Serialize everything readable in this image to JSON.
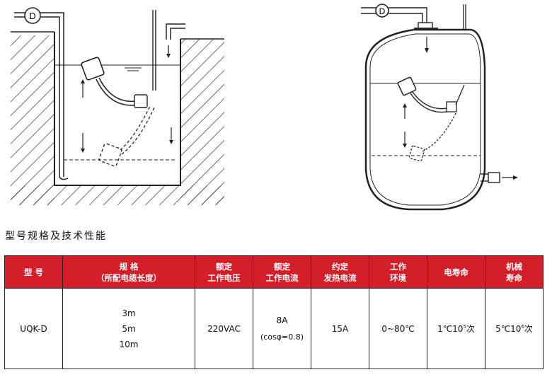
{
  "section_title": "型号规格及技术性能",
  "pump_label": "D",
  "table": {
    "headers": [
      {
        "line1": "型 号",
        "line2": ""
      },
      {
        "line1": "规 格",
        "line2": "（所配电缆长度）"
      },
      {
        "line1": "额定",
        "line2": "工作电压"
      },
      {
        "line1": "额定",
        "line2": "工作电流"
      },
      {
        "line1": "约定",
        "line2": "发热电流"
      },
      {
        "line1": "工作",
        "line2": "环境"
      },
      {
        "line1": "电寿命",
        "line2": ""
      },
      {
        "line1": "机械",
        "line2": "寿命"
      }
    ],
    "row": {
      "model": "UQK-D",
      "lengths": [
        "3m",
        "5m",
        "10m"
      ],
      "voltage": "220VAC",
      "current": "8A",
      "current_note": "(cosφ=0.8)",
      "thermal_current": "15A",
      "environment": "0~80℃",
      "electrical_life_base": "1℃10",
      "electrical_life_exp": "5",
      "electrical_life_unit": "次",
      "mechanical_life_base": "5℃10",
      "mechanical_life_exp": "6",
      "mechanical_life_unit": "次"
    }
  }
}
